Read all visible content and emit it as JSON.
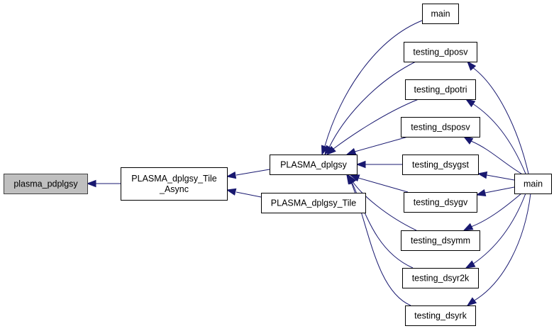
{
  "title": "Call graph (caller graph) for plasma_pdplgsy",
  "colors": {
    "edge": "#191970",
    "current_node_fill": "#bfbfbf",
    "node_fill": "#ffffff",
    "border": "#000000"
  },
  "nodes": [
    {
      "id": "plasma_pdplgsy",
      "lines": [
        "plasma_pdplgsy"
      ],
      "current": true
    },
    {
      "id": "PLASMA_dplgsy_Tile_Async",
      "lines": [
        "PLASMA_dplgsy_Tile",
        "_Async"
      ],
      "current": false
    },
    {
      "id": "PLASMA_dplgsy",
      "lines": [
        "PLASMA_dplgsy"
      ],
      "current": false
    },
    {
      "id": "PLASMA_dplgsy_Tile",
      "lines": [
        "PLASMA_dplgsy_Tile"
      ],
      "current": false
    },
    {
      "id": "main_top",
      "lines": [
        "main"
      ],
      "current": false
    },
    {
      "id": "testing_dposv",
      "lines": [
        "testing_dposv"
      ],
      "current": false
    },
    {
      "id": "testing_dpotri",
      "lines": [
        "testing_dpotri"
      ],
      "current": false
    },
    {
      "id": "testing_dsposv",
      "lines": [
        "testing_dsposv"
      ],
      "current": false
    },
    {
      "id": "testing_dsygst",
      "lines": [
        "testing_dsygst"
      ],
      "current": false
    },
    {
      "id": "testing_dsygv",
      "lines": [
        "testing_dsygv"
      ],
      "current": false
    },
    {
      "id": "testing_dsymm",
      "lines": [
        "testing_dsymm"
      ],
      "current": false
    },
    {
      "id": "testing_dsyr2k",
      "lines": [
        "testing_dsyr2k"
      ],
      "current": false
    },
    {
      "id": "testing_dsyrk",
      "lines": [
        "testing_dsyrk"
      ],
      "current": false
    },
    {
      "id": "main_right",
      "lines": [
        "main"
      ],
      "current": false
    }
  ],
  "edges": [
    {
      "from": "PLASMA_dplgsy_Tile_Async",
      "to": "plasma_pdplgsy"
    },
    {
      "from": "PLASMA_dplgsy",
      "to": "PLASMA_dplgsy_Tile_Async"
    },
    {
      "from": "PLASMA_dplgsy_Tile",
      "to": "PLASMA_dplgsy_Tile_Async"
    },
    {
      "from": "main_top",
      "to": "PLASMA_dplgsy"
    },
    {
      "from": "testing_dposv",
      "to": "PLASMA_dplgsy"
    },
    {
      "from": "testing_dpotri",
      "to": "PLASMA_dplgsy"
    },
    {
      "from": "testing_dsposv",
      "to": "PLASMA_dplgsy"
    },
    {
      "from": "testing_dsygst",
      "to": "PLASMA_dplgsy"
    },
    {
      "from": "testing_dsygv",
      "to": "PLASMA_dplgsy"
    },
    {
      "from": "testing_dsymm",
      "to": "PLASMA_dplgsy"
    },
    {
      "from": "testing_dsyr2k",
      "to": "PLASMA_dplgsy"
    },
    {
      "from": "testing_dsyrk",
      "to": "PLASMA_dplgsy"
    },
    {
      "from": "main_right",
      "to": "testing_dposv"
    },
    {
      "from": "main_right",
      "to": "testing_dpotri"
    },
    {
      "from": "main_right",
      "to": "testing_dsposv"
    },
    {
      "from": "main_right",
      "to": "testing_dsygst"
    },
    {
      "from": "main_right",
      "to": "testing_dsygv"
    },
    {
      "from": "main_right",
      "to": "testing_dsymm"
    },
    {
      "from": "main_right",
      "to": "testing_dsyr2k"
    },
    {
      "from": "main_right",
      "to": "testing_dsyrk"
    }
  ]
}
